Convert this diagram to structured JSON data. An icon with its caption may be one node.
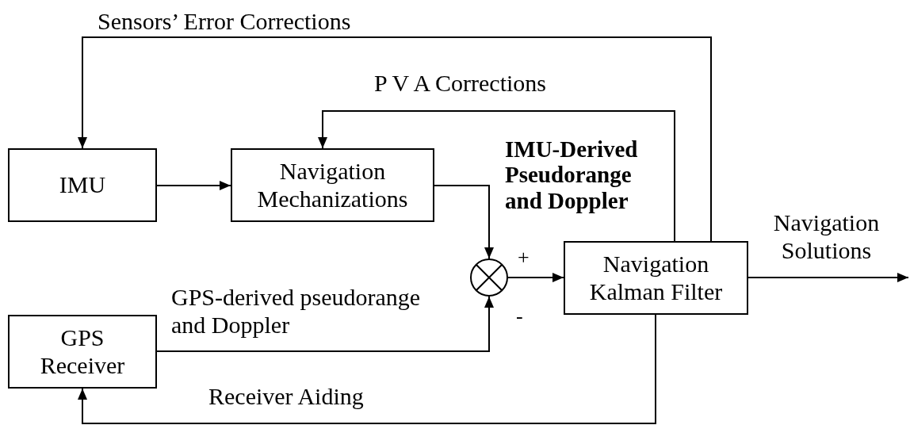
{
  "diagram": {
    "nodes": [
      {
        "text": [
          "IMU"
        ]
      },
      {
        "text": [
          "Navigation Mechanizations"
        ]
      },
      {
        "text": [],
        "shape": "circle"
      },
      {
        "text": [
          "Navigation Kalman Filter"
        ]
      },
      {
        "text": [
          "GPS Receiver"
        ]
      }
    ],
    "edges": [
      {
        "from": 0,
        "to": 1,
        "arrow": "to"
      },
      {
        "from": 1,
        "to": 2,
        "arrow": "to",
        "label": "IMU-Derived Pseudorange and Doppler"
      },
      {
        "from": 4,
        "to": 2,
        "arrow": "to",
        "label": "GPS-derived pseudorange and Doppler"
      },
      {
        "from": 2,
        "to": 3,
        "arrow": "to"
      },
      {
        "from": 3,
        "to": null,
        "arrow": "to",
        "label": "Navigation Solutions"
      },
      {
        "from": 3,
        "to": 1,
        "arrow": "to",
        "label": "P V A Corrections"
      },
      {
        "from": 3,
        "to": 0,
        "arrow": "to",
        "label": "Sensors’ Error Corrections"
      },
      {
        "from": 3,
        "to": 4,
        "arrow": "to",
        "label": "Receiver Aiding"
      }
    ],
    "labels": [
      "+",
      "-"
    ]
  }
}
